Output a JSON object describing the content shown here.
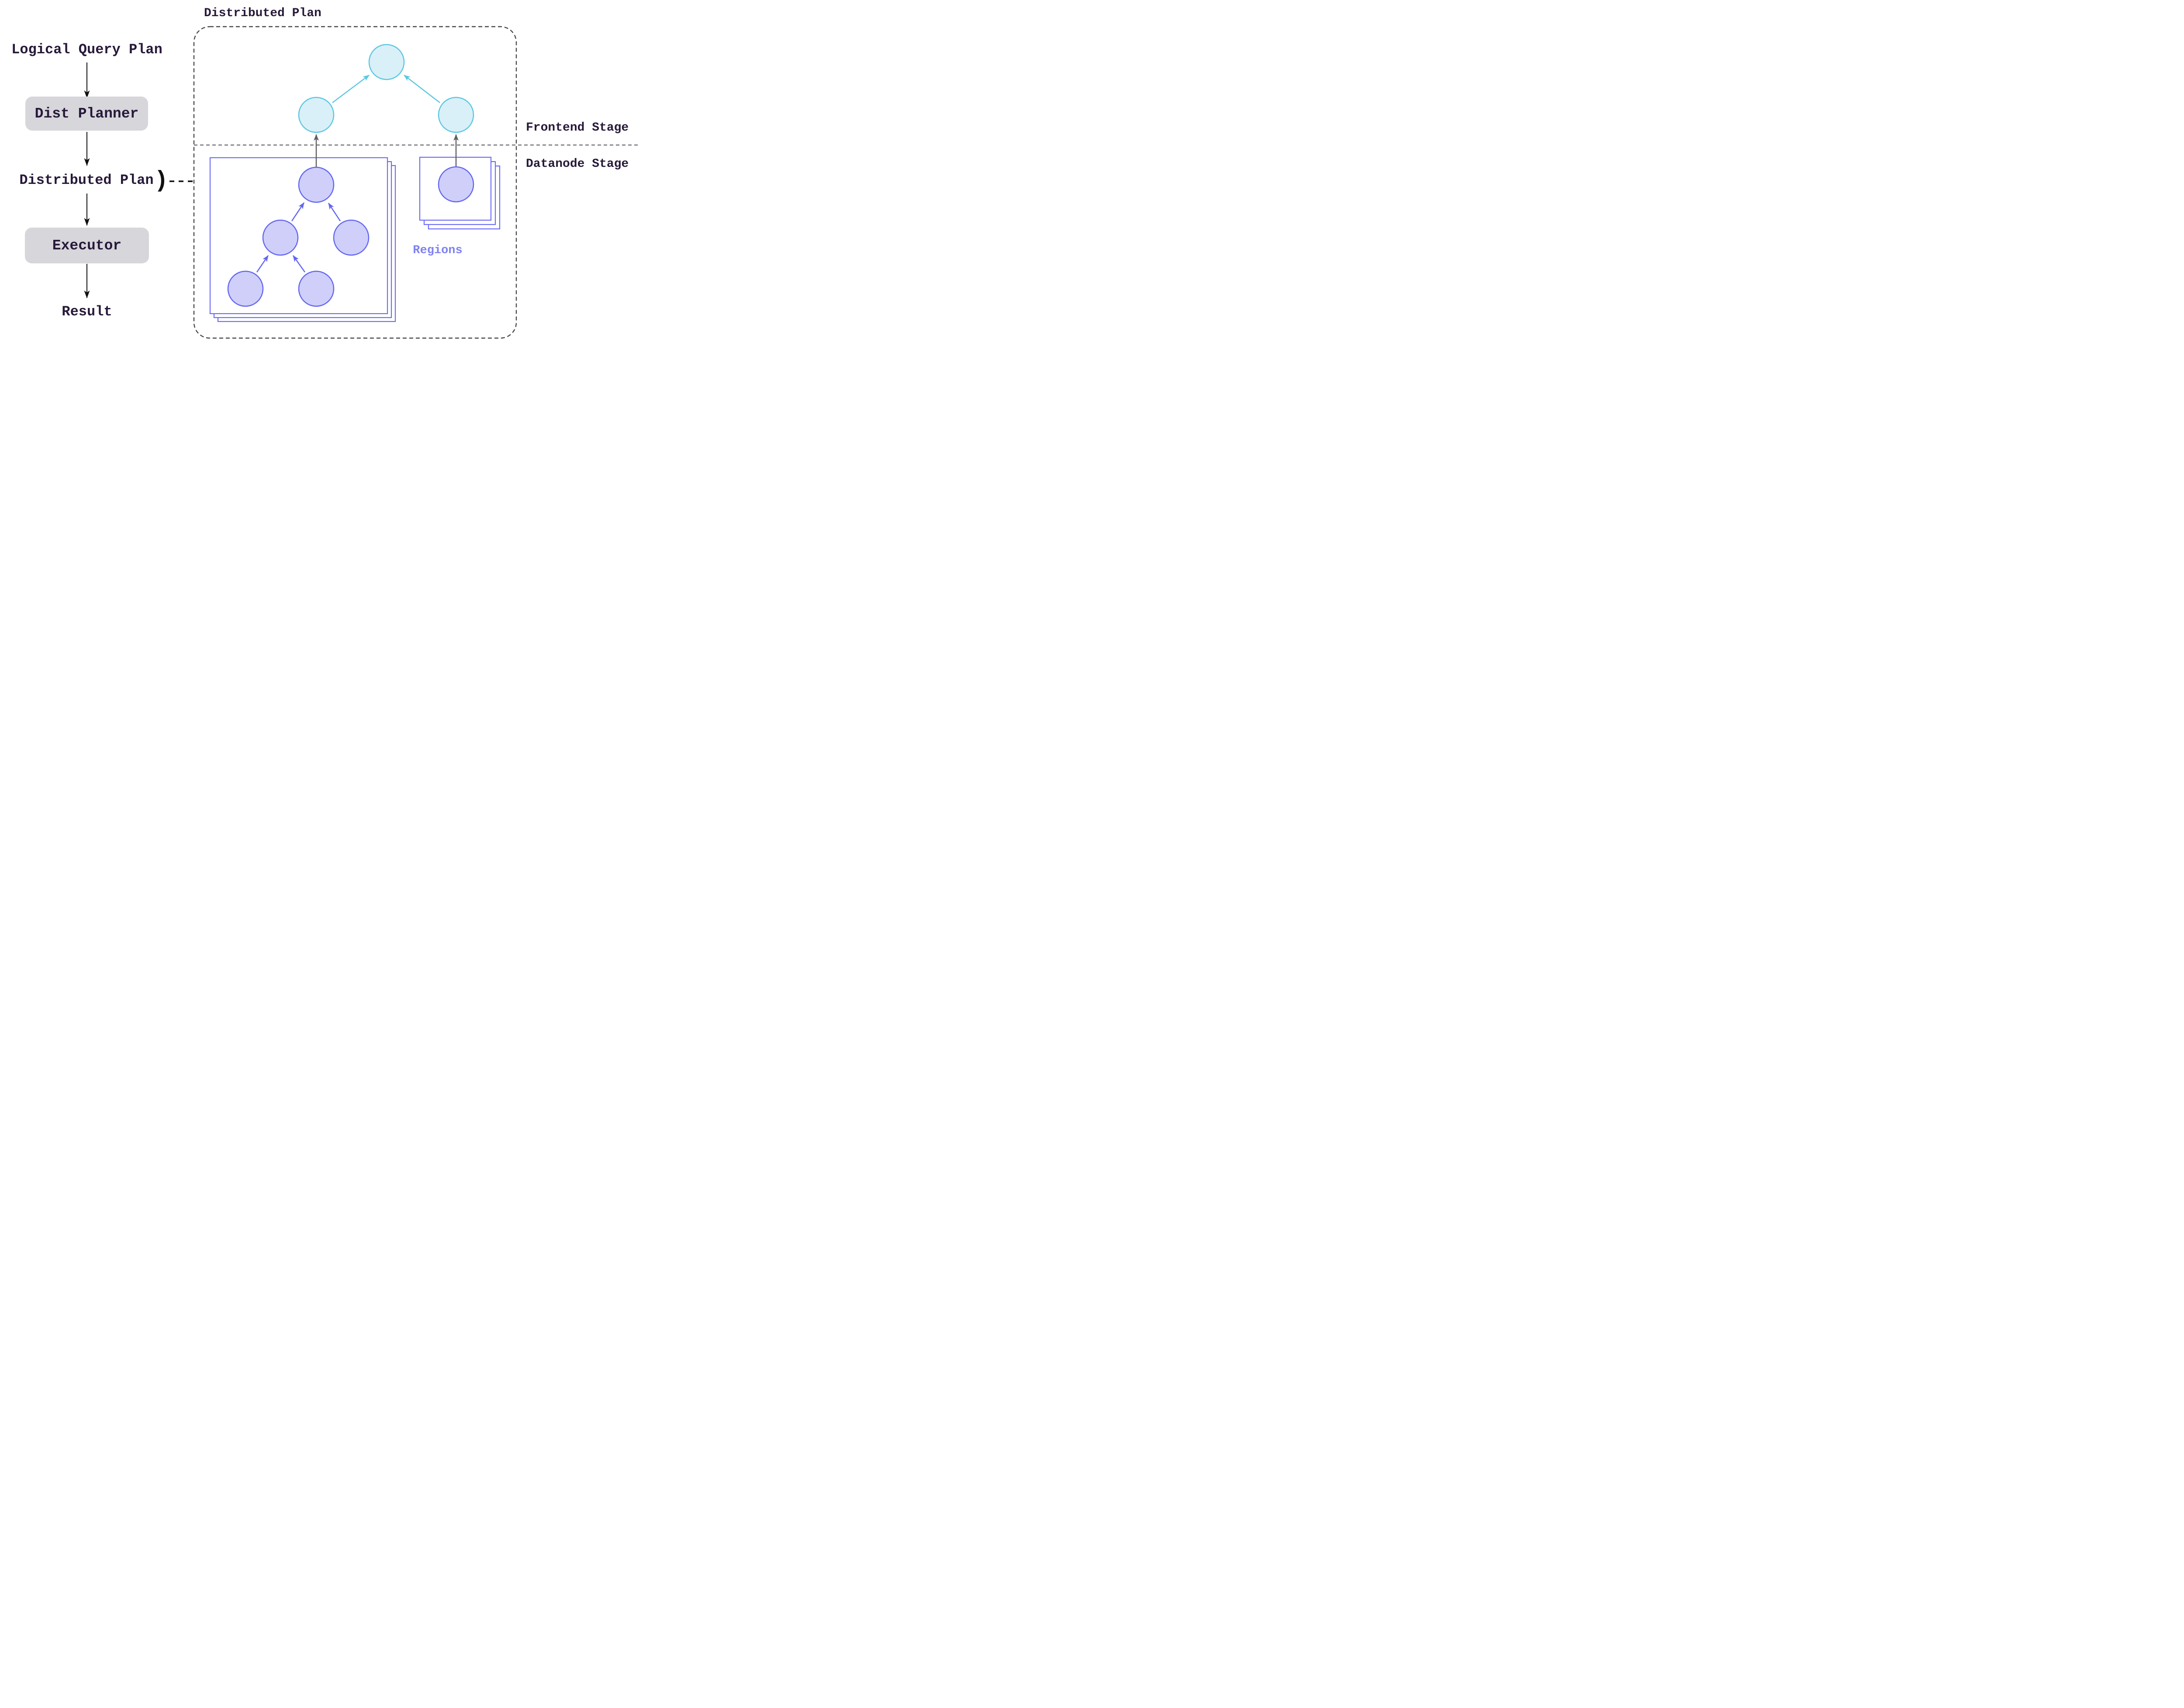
{
  "flowchart": {
    "logical_query_plan": "Logical Query Plan",
    "dist_planner": "Dist Planner",
    "distributed_plan": "Distributed Plan",
    "executor": "Executor",
    "result": "Result",
    "brace_glyph": ")"
  },
  "diagram": {
    "title": "Distributed Plan",
    "frontend_stage_label": "Frontend Stage",
    "datanode_stage_label": "Datanode Stage",
    "regions_label": "Regions",
    "frontend_tree": {
      "root_nodes": 1,
      "merge_nodes": 2,
      "edges": 2
    },
    "datanode_left_region": {
      "nodes": 5,
      "edges": 4,
      "stacked_copies": 3
    },
    "datanode_right_region": {
      "nodes": 1,
      "edges": 0,
      "stacked_copies": 3
    }
  },
  "colors": {
    "text_dark": "#271939",
    "gray_box_fill": "#d7d6db",
    "black_arrow": "#101010",
    "dashed_border": "#48484e",
    "stage_separator": "#74747a",
    "cyan_stroke": "#5cc7e2",
    "cyan_fill": "#d9f0f8",
    "purple_stroke": "#6366f1",
    "purple_fill": "#cfcffa",
    "region_box_stroke": "#6c6cf5",
    "gray_arrow": "#5f5f63",
    "regions_text": "#7e82f1"
  }
}
